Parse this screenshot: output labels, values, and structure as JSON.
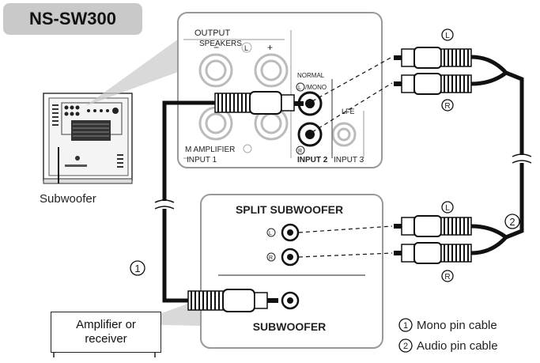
{
  "model": "NS-SW300",
  "subwoofer_label": "Subwoofer",
  "amplifier_label": "Amplifier or receiver",
  "amplifier_lines": [
    "Amplifier or",
    "receiver"
  ],
  "top_panel": {
    "output_label": "OUTPUT",
    "speakers_label": "SPEAKERS",
    "minus_sign": "−",
    "left_mark": "L",
    "plus_sign": "+",
    "normal_label": "NORMAL",
    "lmono_label": "/MONO",
    "amplifier_label": "M AMPLIFIER",
    "input1_label": "INPUT 1",
    "input2_label": "INPUT 2",
    "input3_label": "INPUT 3",
    "lfe_label": "LFE",
    "r_mark": "R"
  },
  "split_panel": {
    "title": "SPLIT SUBWOOFER",
    "left_mark": "L",
    "right_mark": "R",
    "subwoofer_label": "SUBWOOFER"
  },
  "callouts": {
    "one": "1",
    "two": "2",
    "plug_L_top": "L",
    "plug_R_top": "R",
    "plug_L_bottom": "L",
    "plug_R_bottom": "R"
  },
  "legend": [
    {
      "num": "1",
      "text": "Mono pin cable"
    },
    {
      "num": "2",
      "text": "Audio pin cable"
    }
  ]
}
